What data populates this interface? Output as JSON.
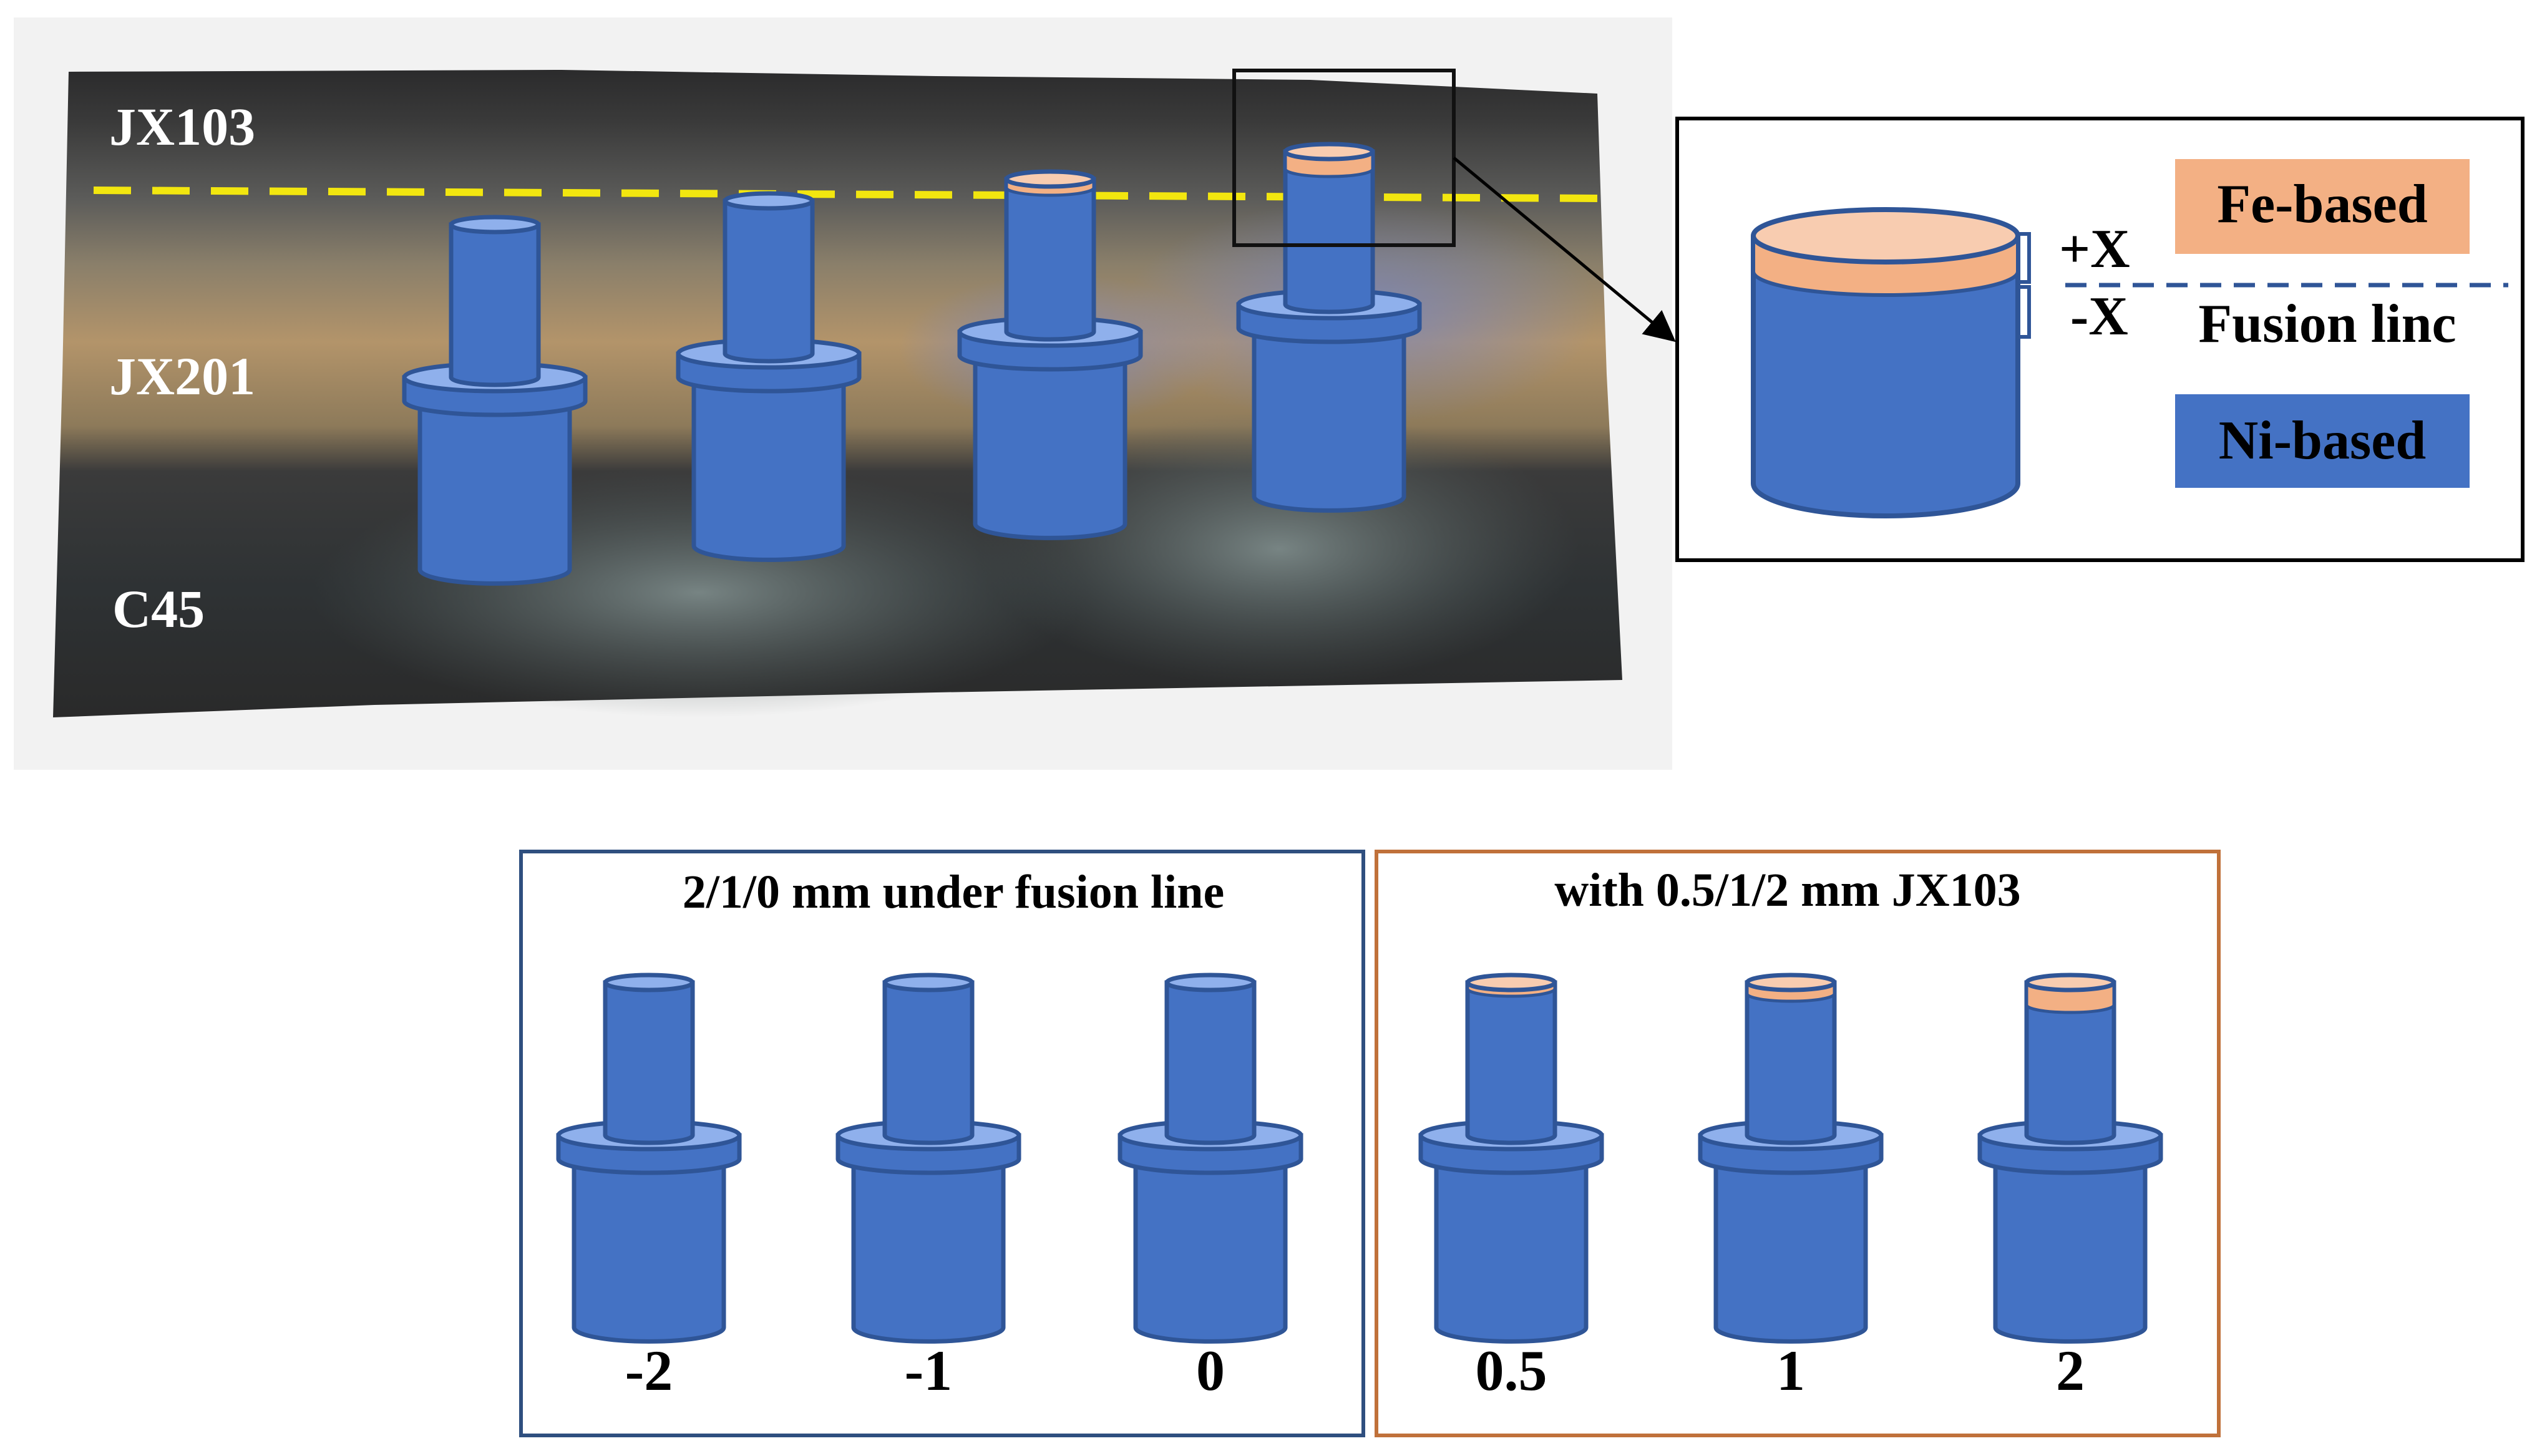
{
  "photo": {
    "layer_labels": {
      "top": "JX103",
      "middle": "JX201",
      "bottom": "C45"
    },
    "colors": {
      "fusion_line": "#f2e60f"
    }
  },
  "inset": {
    "plus_label": "+X",
    "minus_label": "-X",
    "legend": [
      {
        "label": "Fe-based",
        "color": "#f3b084"
      },
      {
        "label": "Fusion linc"
      },
      {
        "label": "Ni-based",
        "color": "#4472c4"
      }
    ]
  },
  "groups": [
    {
      "title": "2/1/0 mm under fusion line",
      "frame_color": "#2f4f7f",
      "specimens": [
        {
          "label": "-2"
        },
        {
          "label": "-1"
        },
        {
          "label": "0"
        }
      ]
    },
    {
      "title": "with 0.5/1/2 mm JX103",
      "frame_color": "#c0713a",
      "specimens": [
        {
          "label": "0.5"
        },
        {
          "label": "1"
        },
        {
          "label": "2"
        }
      ]
    }
  ],
  "colors": {
    "ni_fill": "#4472c4",
    "ni_stroke": "#2f5597",
    "ni_top": "#8fb0ec",
    "fe_fill": "#f3b084"
  }
}
